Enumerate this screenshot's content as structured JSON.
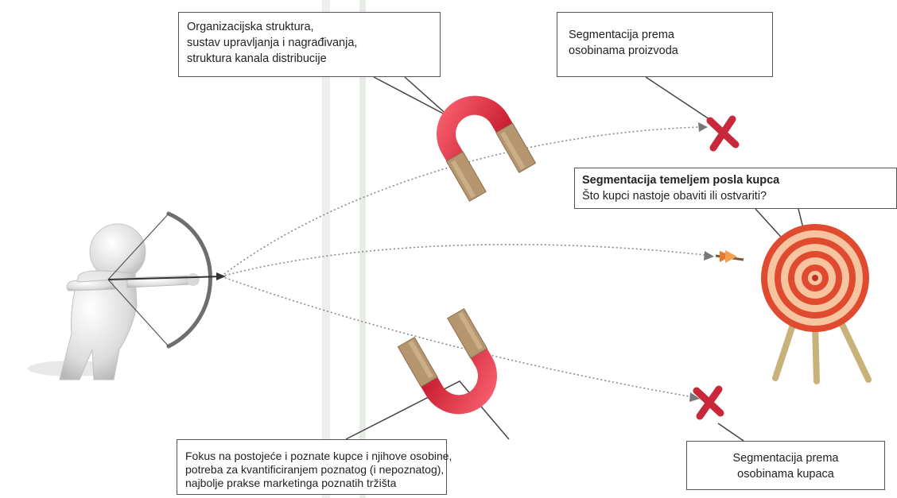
{
  "callouts": {
    "organization": {
      "lines": [
        "Organizacijska struktura,",
        "sustav upravljanja i nagrađivanja,",
        "struktura kanala distribucije"
      ]
    },
    "product_attributes": {
      "lines": [
        "Segmentacija prema",
        "osobinama proizvoda"
      ]
    },
    "customer_job": {
      "title": "Segmentacija temeljem posla kupca",
      "question": "Što kupci nastoje obaviti ili ostvariti?"
    },
    "focus_known": {
      "lines": [
        "Fokus na postojeće i poznate kupce i njihove osobine,",
        "potreba za kvantificiranjem poznatog (i nepoznatog),",
        "najbolje prakse marketinga poznatih tržišta"
      ]
    },
    "customer_attributes": {
      "lines": [
        "Segmentacija prema",
        "osobinama kupaca"
      ]
    }
  },
  "colors": {
    "miss_mark": "#c8283a",
    "magnet_red": "#e0283c",
    "magnet_tan": "#a88a68",
    "target_red": "#e04a2e",
    "target_orange": "#f2a06a",
    "arrow_path": "#8a8a8a"
  },
  "icons": {
    "archer": "archer-figure-icon",
    "magnet": "magnet-icon",
    "miss": "x-mark-icon",
    "target": "archery-target-icon",
    "arrow": "arrow-icon"
  }
}
